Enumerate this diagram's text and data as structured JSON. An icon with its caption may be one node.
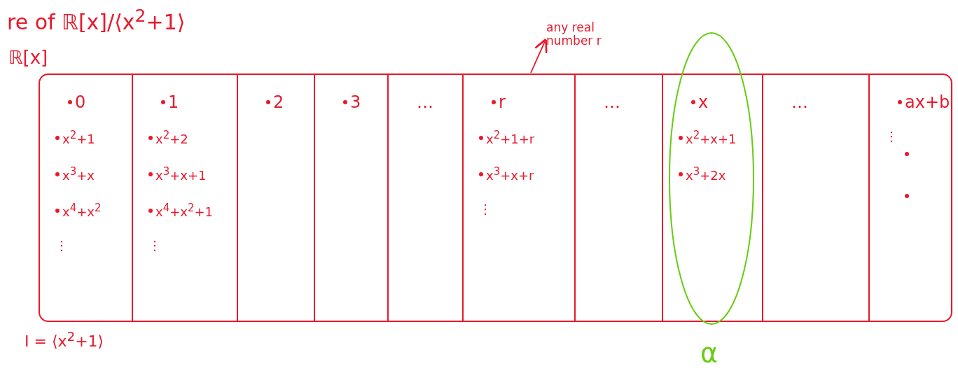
{
  "diagram": {
    "title": "re of ℝ[x]/⟨x$^{2}$+1⟩",
    "nodes": [
      {
        "text": [
          "ℝ[x]"
        ]
      },
      {
        "text": [
          "0",
          "x$^{2}$+1",
          "x$^{3}$+x",
          "x$^{4}$+x$^{2}$",
          "⋮"
        ],
        "in": 0
      },
      {
        "text": [
          "1",
          "x$^{2}$+2",
          "x$^{3}$+x+1",
          "x$^{4}$+x$^{2}$+1",
          "⋮"
        ],
        "in": 0
      },
      {
        "text": [
          "2"
        ],
        "in": 0
      },
      {
        "text": [
          "3"
        ],
        "in": 0
      },
      {
        "text": [
          "…"
        ],
        "in": 0
      },
      {
        "text": [
          "r",
          "x$^{2}$+1+r",
          "x$^{3}$+x+r",
          "⋮"
        ],
        "in": 0
      },
      {
        "text": [
          "…"
        ],
        "in": 0
      },
      {
        "text": [
          "x",
          "x$^{2}$+x+1",
          "x$^{3}$+2x"
        ],
        "in": 0
      },
      {
        "text": [
          "…"
        ],
        "in": 0
      },
      {
        "text": [
          "ax+b",
          "⋮"
        ],
        "in": 0
      },
      {
        "text": [
          "any real number r"
        ]
      }
    ],
    "edges": [
      {
        "from": 6,
        "to": 11,
        "arrow": "to"
      }
    ],
    "labels": [
      "I = ⟨x$^{2}$+1⟩",
      "α"
    ]
  }
}
